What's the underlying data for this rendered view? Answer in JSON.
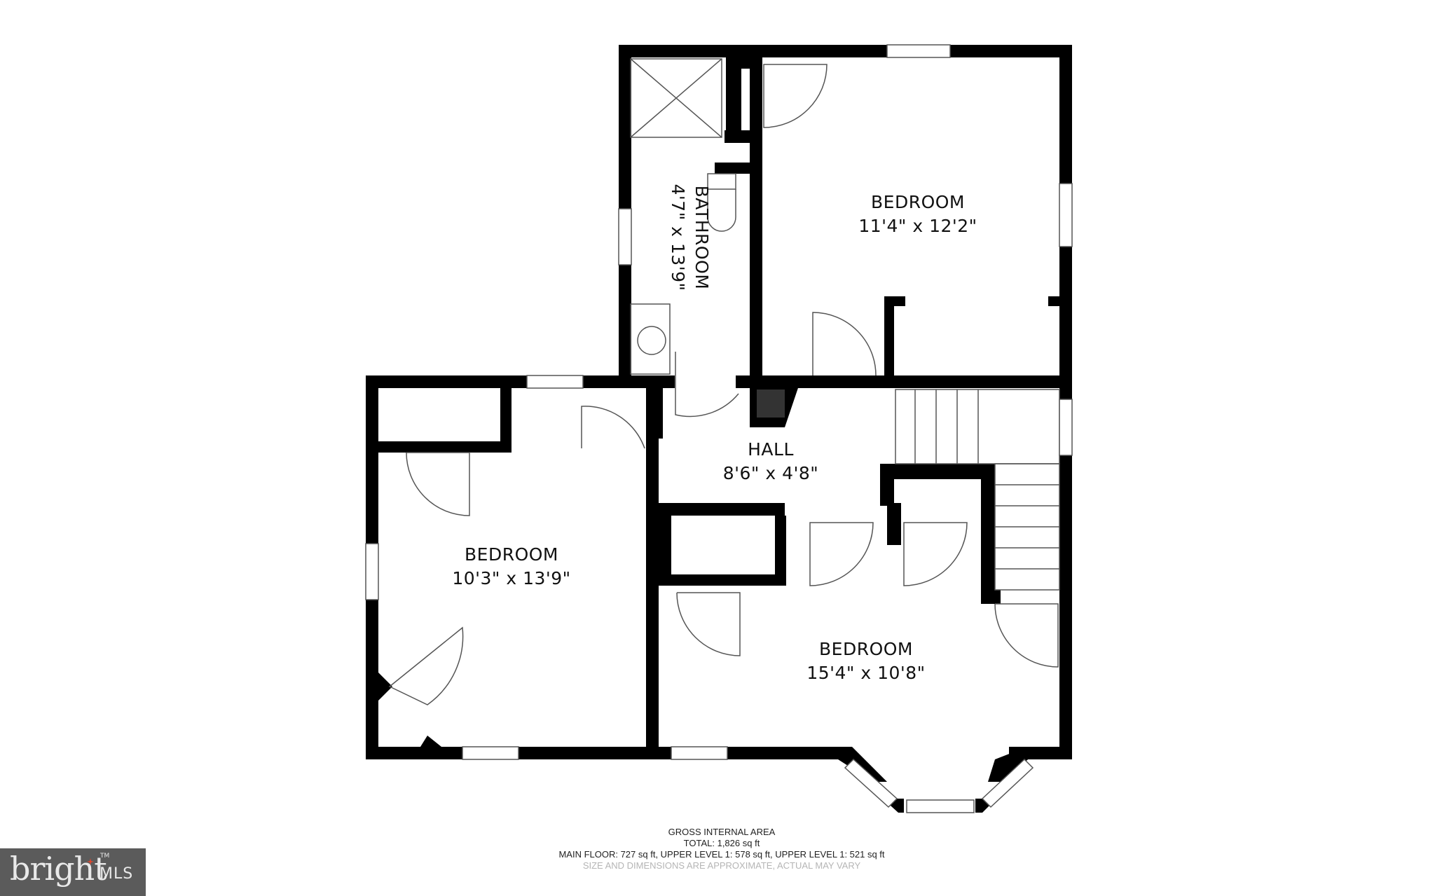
{
  "floor_plan": {
    "rooms": [
      {
        "id": "bedroom-ne",
        "name": "BEDROOM",
        "dims": "11'4\" x 12'2\""
      },
      {
        "id": "bathroom",
        "name": "BATHROOM",
        "dims": "4'7\" x 13'9\""
      },
      {
        "id": "hall",
        "name": "HALL",
        "dims": "8'6\" x 4'8\""
      },
      {
        "id": "bedroom-w",
        "name": "BEDROOM",
        "dims": "10'3\" x 13'9\""
      },
      {
        "id": "bedroom-se",
        "name": "BEDROOM",
        "dims": "15'4\" x 10'8\""
      }
    ],
    "wall_color": "#000000",
    "line_color": "#555555"
  },
  "legend": {
    "title": "GROSS INTERNAL AREA",
    "total": "TOTAL: 1,826 sq ft",
    "breakdown": "MAIN FLOOR: 727 sq ft, UPPER LEVEL 1: 578 sq ft, UPPER LEVEL 1: 521 sq ft",
    "disclaimer": "SIZE AND DIMENSIONS ARE APPROXIMATE, ACTUAL MAY VARY"
  },
  "logo": {
    "word": "bright",
    "suffix": "MLS",
    "tm": "TM",
    "bg_color": "#5b5b5b",
    "accent_color": "#e0452c"
  }
}
